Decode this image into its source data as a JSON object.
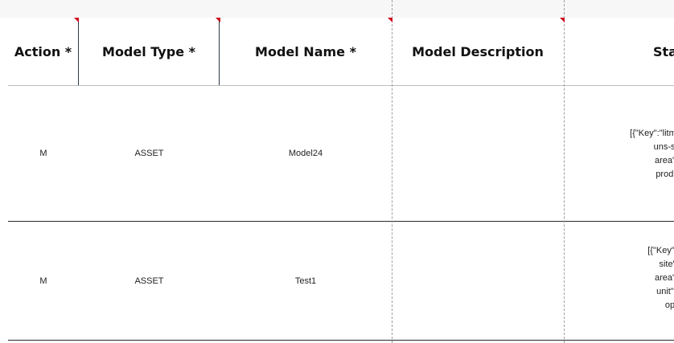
{
  "headers": {
    "action": "Action *",
    "model_type": "Model Type *",
    "model_name": "Model Name *",
    "model_description": "Model Description",
    "static_partial": "Sta"
  },
  "rows": [
    {
      "action": "M",
      "model_type": "ASSET",
      "model_name": "Model24",
      "model_description": "",
      "static_lines": [
        "[{\"Key\":\"litmus-uns-ente",
        "uns-site\",\"V",
        "area\",\"Valu",
        "production"
      ]
    },
    {
      "action": "M",
      "model_type": "ASSET",
      "model_name": "Test1",
      "model_description": "",
      "static_lines": [
        "[{\"Key\":\"Test\",\"",
        "site\",\"Val",
        "area\",\"Valu",
        "unit\",\"Valu",
        "opera"
      ]
    }
  ],
  "colors": {
    "comment_flag": "#d0021b",
    "grid_dashed": "#9e9e9e",
    "header_rule": "#bdbdbd",
    "row_rule": "#2a2a2a"
  }
}
